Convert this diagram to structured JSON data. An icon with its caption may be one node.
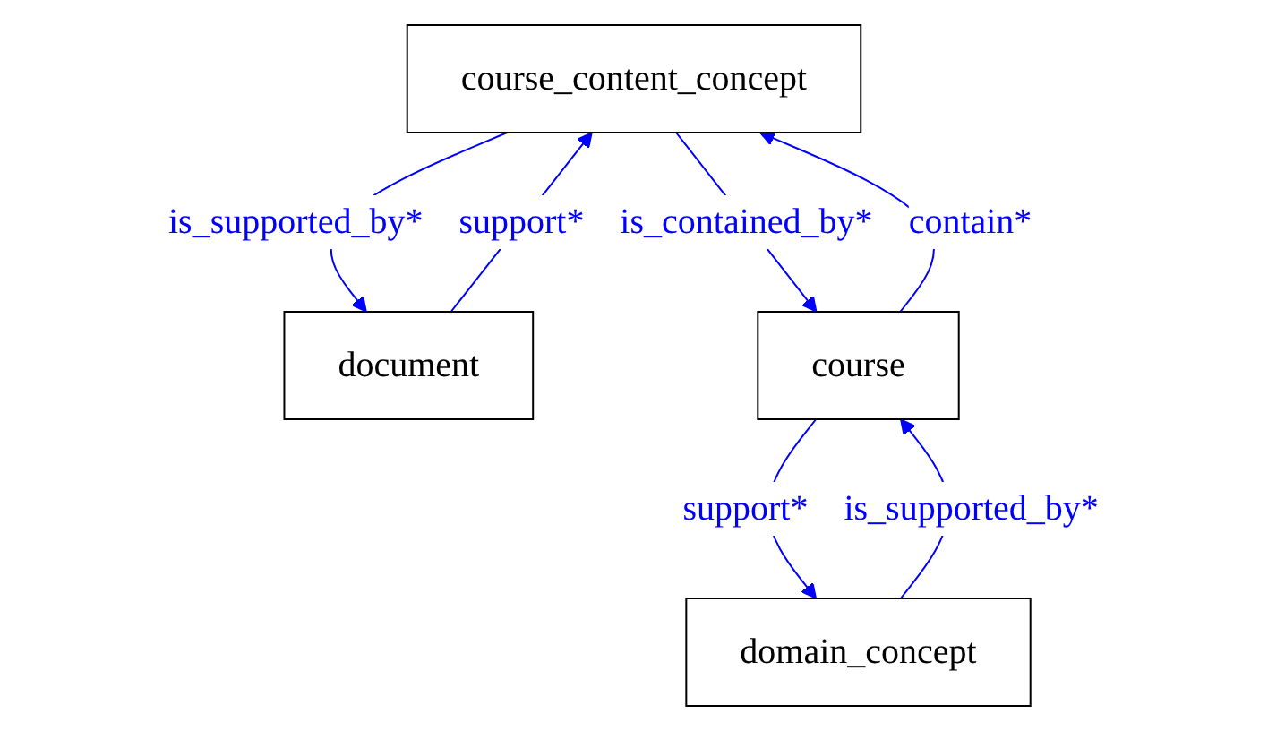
{
  "diagram": {
    "nodes": [
      {
        "text": [
          "course_content_concept"
        ]
      },
      {
        "text": [
          "document"
        ]
      },
      {
        "text": [
          "course"
        ]
      },
      {
        "text": [
          "domain_concept"
        ]
      }
    ],
    "edges": [
      {
        "from": 0,
        "to": 1,
        "arrow": "to",
        "label": "is_supported_by*"
      },
      {
        "from": 1,
        "to": 0,
        "arrow": "to",
        "label": "support*"
      },
      {
        "from": 0,
        "to": 2,
        "arrow": "to",
        "label": "is_contained_by*"
      },
      {
        "from": 2,
        "to": 0,
        "arrow": "to",
        "label": "contain*"
      },
      {
        "from": 2,
        "to": 3,
        "arrow": "to",
        "label": "support*"
      },
      {
        "from": 3,
        "to": 2,
        "arrow": "to",
        "label": "is_supported_by*"
      }
    ]
  }
}
